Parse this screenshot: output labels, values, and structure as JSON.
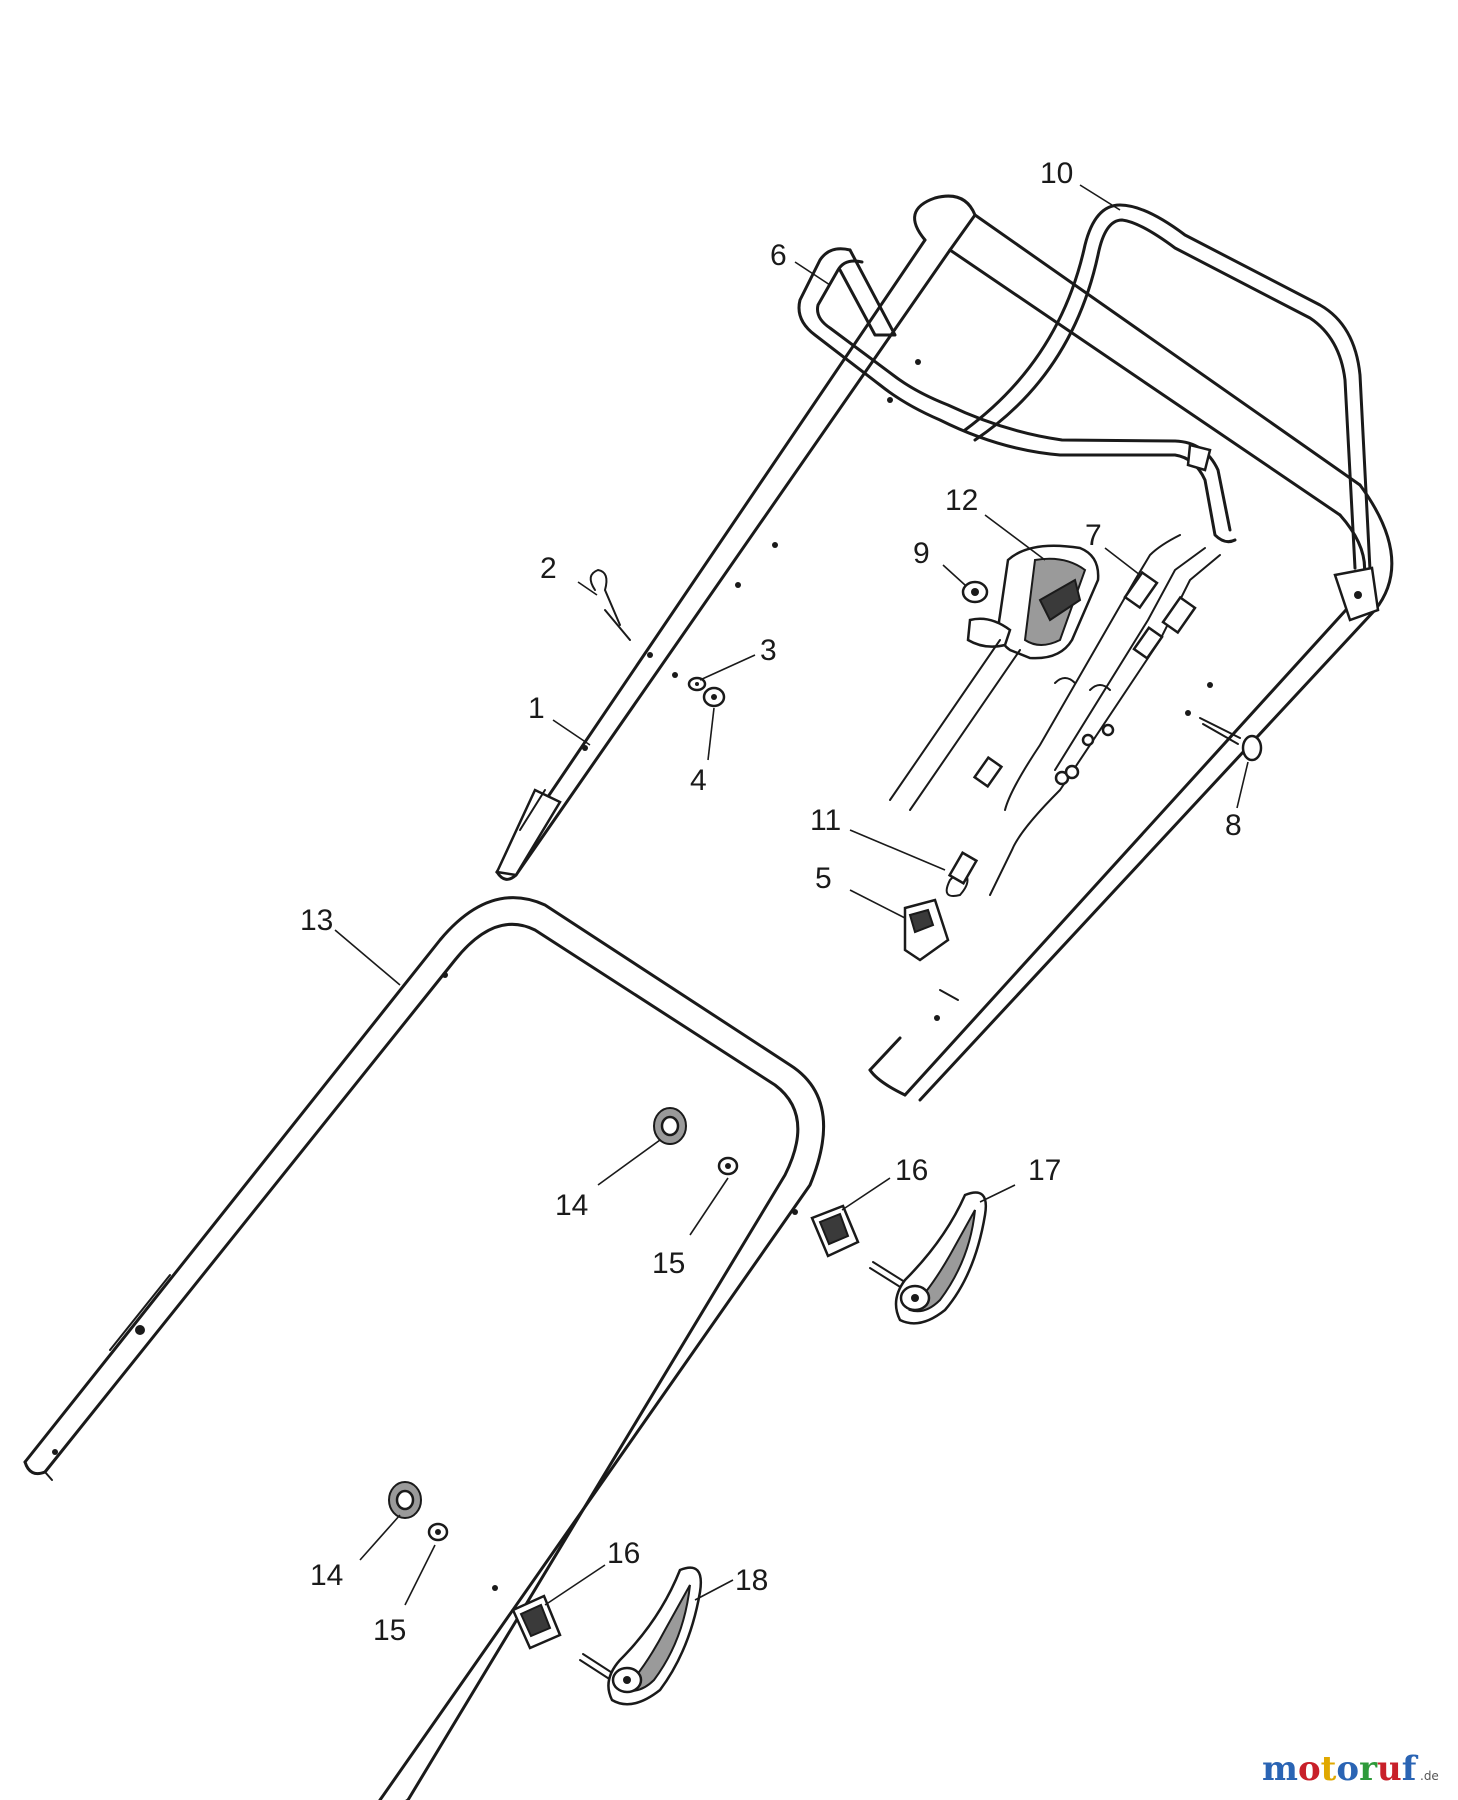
{
  "diagram": {
    "callouts": {
      "c1": "1",
      "c2": "2",
      "c3": "3",
      "c4": "4",
      "c5": "5",
      "c6": "6",
      "c7": "7",
      "c8": "8",
      "c9": "9",
      "c10": "10",
      "c11": "11",
      "c12": "12",
      "c13": "13",
      "c14a": "14",
      "c14b": "14",
      "c15a": "15",
      "c15b": "15",
      "c16a": "16",
      "c16b": "16",
      "c17": "17",
      "c18": "18"
    },
    "watermark": {
      "letters": [
        "m",
        "o",
        "t",
        "o",
        "r",
        "u",
        "f"
      ],
      "colors": [
        "#2a64b4",
        "#c8202a",
        "#e0a800",
        "#2a64b4",
        "#2e9a3a",
        "#c8202a",
        "#2a64b4"
      ],
      "suffix": ".de"
    }
  }
}
